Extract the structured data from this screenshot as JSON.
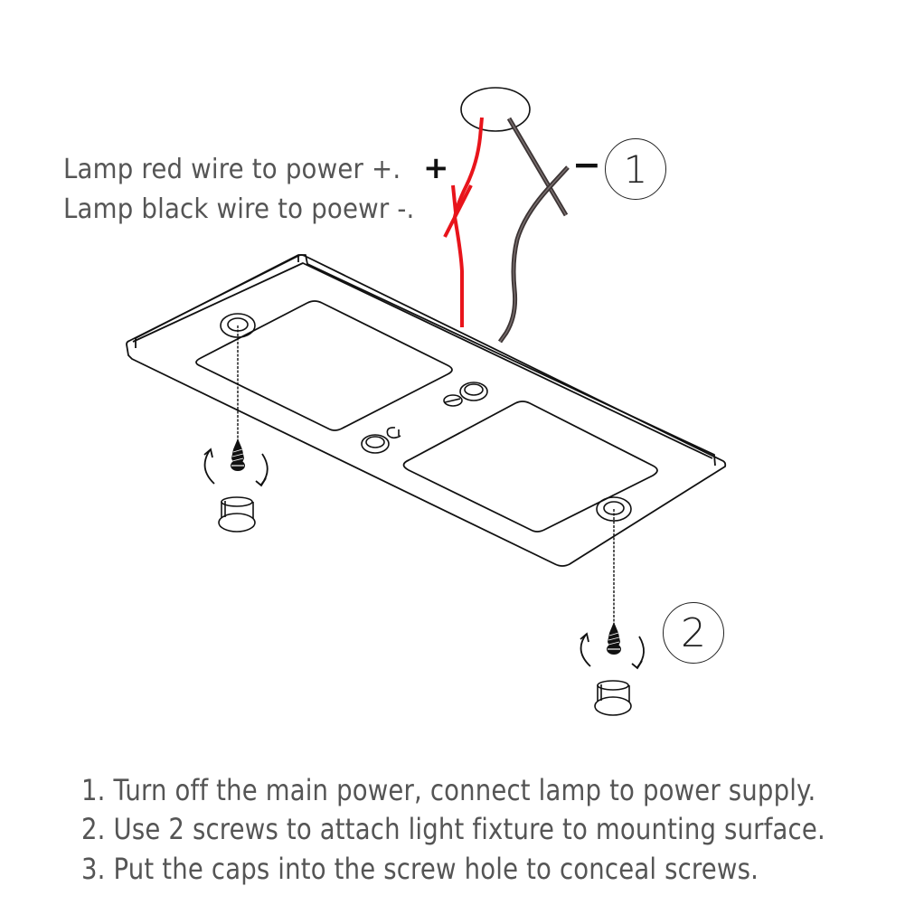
{
  "wiring_notes": [
    "Lamp red wire to power +.",
    "Lamp black wire to poewr -."
  ],
  "polarity": {
    "positive": "+",
    "negative": "−"
  },
  "callouts": [
    "1",
    "2"
  ],
  "steps": [
    "1. Turn off the main power, connect lamp to power supply.",
    "2. Use 2 screws to attach light fixture to mounting surface.",
    "3. Put the caps into the screw hole to conceal screws."
  ],
  "colors": {
    "red_wire": "#e8141b",
    "black_wire": "#3d3535",
    "line": "#111111",
    "text": "#555555"
  },
  "icons": [
    "junction-box-icon",
    "screw-icon",
    "rotate-arrow-icon",
    "screw-cap-icon",
    "power-button-icon",
    "sensor-icon"
  ]
}
